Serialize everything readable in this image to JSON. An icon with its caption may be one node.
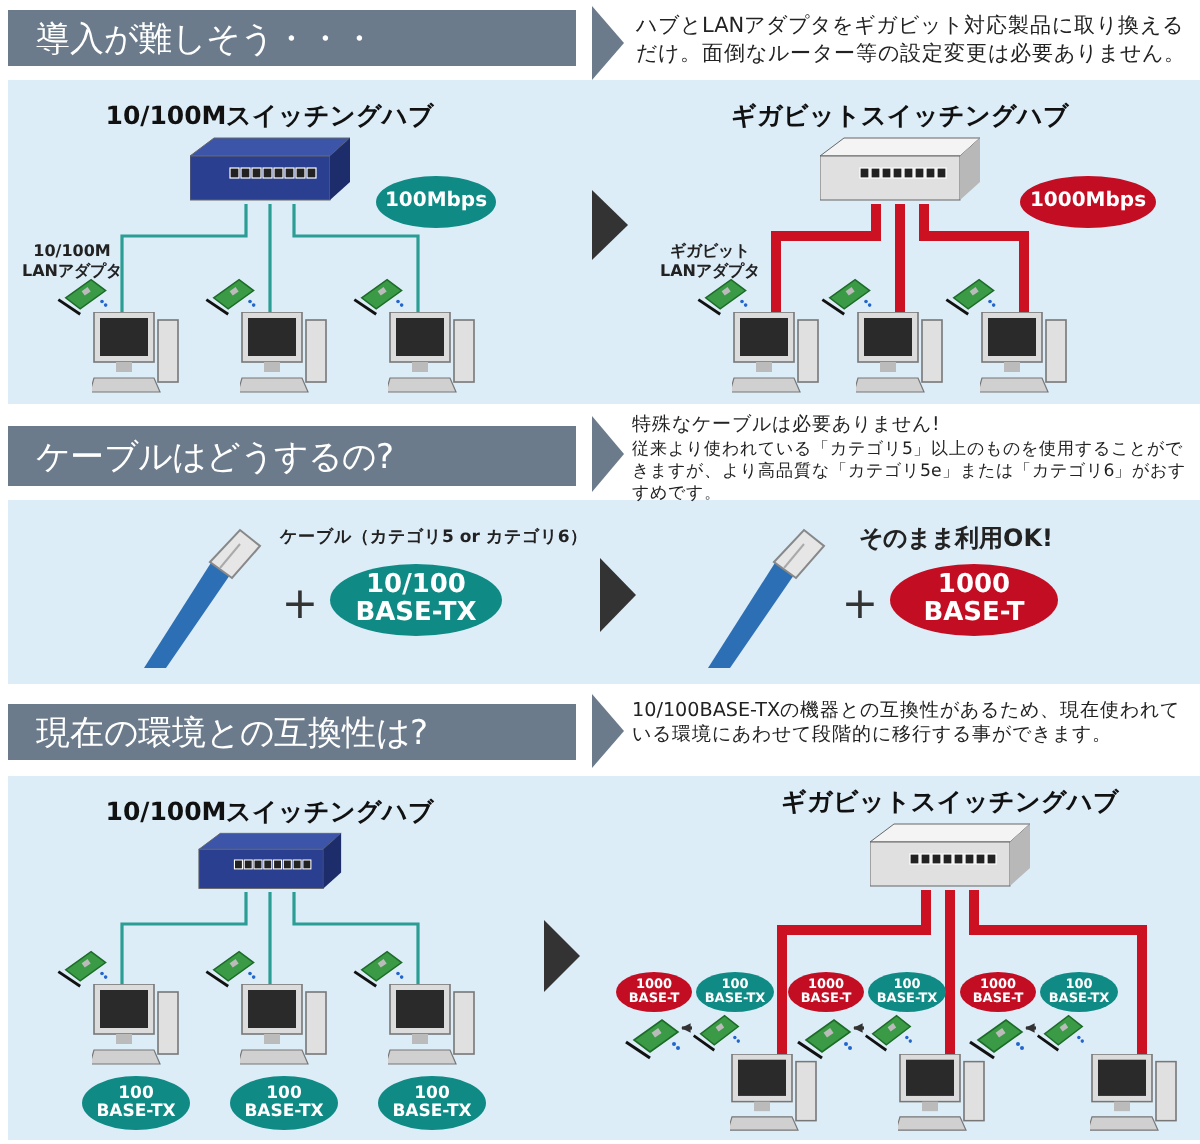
{
  "diagram": {
    "nodes": [
      {
        "text": [
          "導入が難しそう・・・"
        ]
      },
      {
        "text": [
          "10/100Mスイッチングハブ"
        ]
      },
      {
        "text": [],
        "shape": "picture"
      },
      {
        "text": [],
        "shape": "picture"
      },
      {
        "text": [],
        "shape": "picture"
      },
      {
        "text": [
          "100Mbps"
        ]
      },
      {
        "text": [
          "ギガビットスイッチングハブ"
        ]
      },
      {
        "text": [],
        "shape": "picture"
      },
      {
        "text": [],
        "shape": "picture"
      },
      {
        "text": [],
        "shape": "picture"
      },
      {
        "text": [
          "1000Mbps"
        ]
      },
      {
        "text": [
          "ケーブルはどうするの?"
        ]
      },
      {
        "text": [
          "10/100 BASE-TX"
        ]
      },
      {
        "text": [
          "1000 BASE-T"
        ]
      },
      {
        "text": [
          "現在の環境との互換性は?"
        ]
      },
      {
        "text": [
          "10/100Mスイッチングハブ"
        ]
      },
      {
        "text": [],
        "shape": "picture"
      },
      {
        "text": [],
        "shape": "picture"
      },
      {
        "text": [],
        "shape": "picture"
      },
      {
        "text": [
          "100 BASE-TX"
        ]
      },
      {
        "text": [
          "100 BASE-TX"
        ]
      },
      {
        "text": [
          "100 BASE-TX"
        ]
      },
      {
        "text": [
          "ギガビットスイッチングハブ"
        ]
      },
      {
        "text": [
          "1000 BASE-T"
        ]
      },
      {
        "text": [
          "100 BASE-TX"
        ]
      },
      {
        "text": [
          "1000 BASE-T"
        ]
      },
      {
        "text": [
          "100 BASE-TX"
        ]
      },
      {
        "text": [
          "1000 BASE-T"
        ]
      },
      {
        "text": [
          "100 BASE-TX"
        ]
      },
      {
        "text": [],
        "shape": "picture"
      },
      {
        "text": [],
        "shape": "picture"
      },
      {
        "text": [],
        "shape": "picture"
      },
      {
        "text": [],
        "shape": "picture"
      },
      {
        "text": [],
        "shape": "picture"
      },
      {
        "text": [],
        "shape": "picture"
      },
      {
        "text": [],
        "shape": "picture"
      },
      {
        "text": [],
        "shape": "picture"
      },
      {
        "text": [],
        "shape": "picture"
      }
    ],
    "edges": [
      {
        "from": 1,
        "to": 2,
        "arrow": "none",
        "color": "#2a9d95"
      },
      {
        "from": 1,
        "to": 3,
        "arrow": "none",
        "color": "#2a9d95"
      },
      {
        "from": 1,
        "to": 4,
        "arrow": "none",
        "color": "#2a9d95"
      },
      {
        "from": 6,
        "to": 7,
        "arrow": "none",
        "color": "#cc1122",
        "style": "thick"
      },
      {
        "from": 6,
        "to": 8,
        "arrow": "none",
        "color": "#cc1122",
        "style": "thick"
      },
      {
        "from": 6,
        "to": 9,
        "arrow": "none",
        "color": "#cc1122",
        "style": "thick"
      },
      {
        "from": 15,
        "to": 16,
        "arrow": "none",
        "color": "#2a9d95"
      },
      {
        "from": 15,
        "to": 17,
        "arrow": "none",
        "color": "#2a9d95"
      },
      {
        "from": 15,
        "to": 18,
        "arrow": "none",
        "color": "#2a9d95"
      },
      {
        "from": 22,
        "to": 35,
        "arrow": "none",
        "color": "#cc1122",
        "style": "thick"
      },
      {
        "from": 22,
        "to": 36,
        "arrow": "none",
        "color": "#cc1122",
        "style": "thick"
      },
      {
        "from": 22,
        "to": 37,
        "arrow": "none",
        "color": "#cc1122",
        "style": "thick"
      },
      {
        "from": 30,
        "to": 29,
        "arrow": "to",
        "color": "#333333"
      },
      {
        "from": 32,
        "to": 31,
        "arrow": "to",
        "color": "#333333"
      },
      {
        "from": 34,
        "to": 33,
        "arrow": "to",
        "color": "#333333"
      }
    ],
    "labels": [
      "ハブとLANアダプタをギガビット対応製品に取り換えるだけ。面倒なルーター等の設定変更は必要ありません。",
      "10/100M LANアダプタ",
      "ギガビット LANアダプタ",
      "特殊なケーブルは必要ありません!",
      "従来より使われている「カテゴリ5」以上のものを使用することができますが、より高品質な「カテゴリ5e」または「カテゴリ6」がおすすめです。",
      "ケーブル（カテゴリ5 or カテゴリ6）",
      "+",
      "そのまま利用OK!",
      "+",
      "10/100BASE-TXの機器との互換性があるため、現在使われている環境にあわせて段階的に移行する事ができます。"
    ]
  }
}
